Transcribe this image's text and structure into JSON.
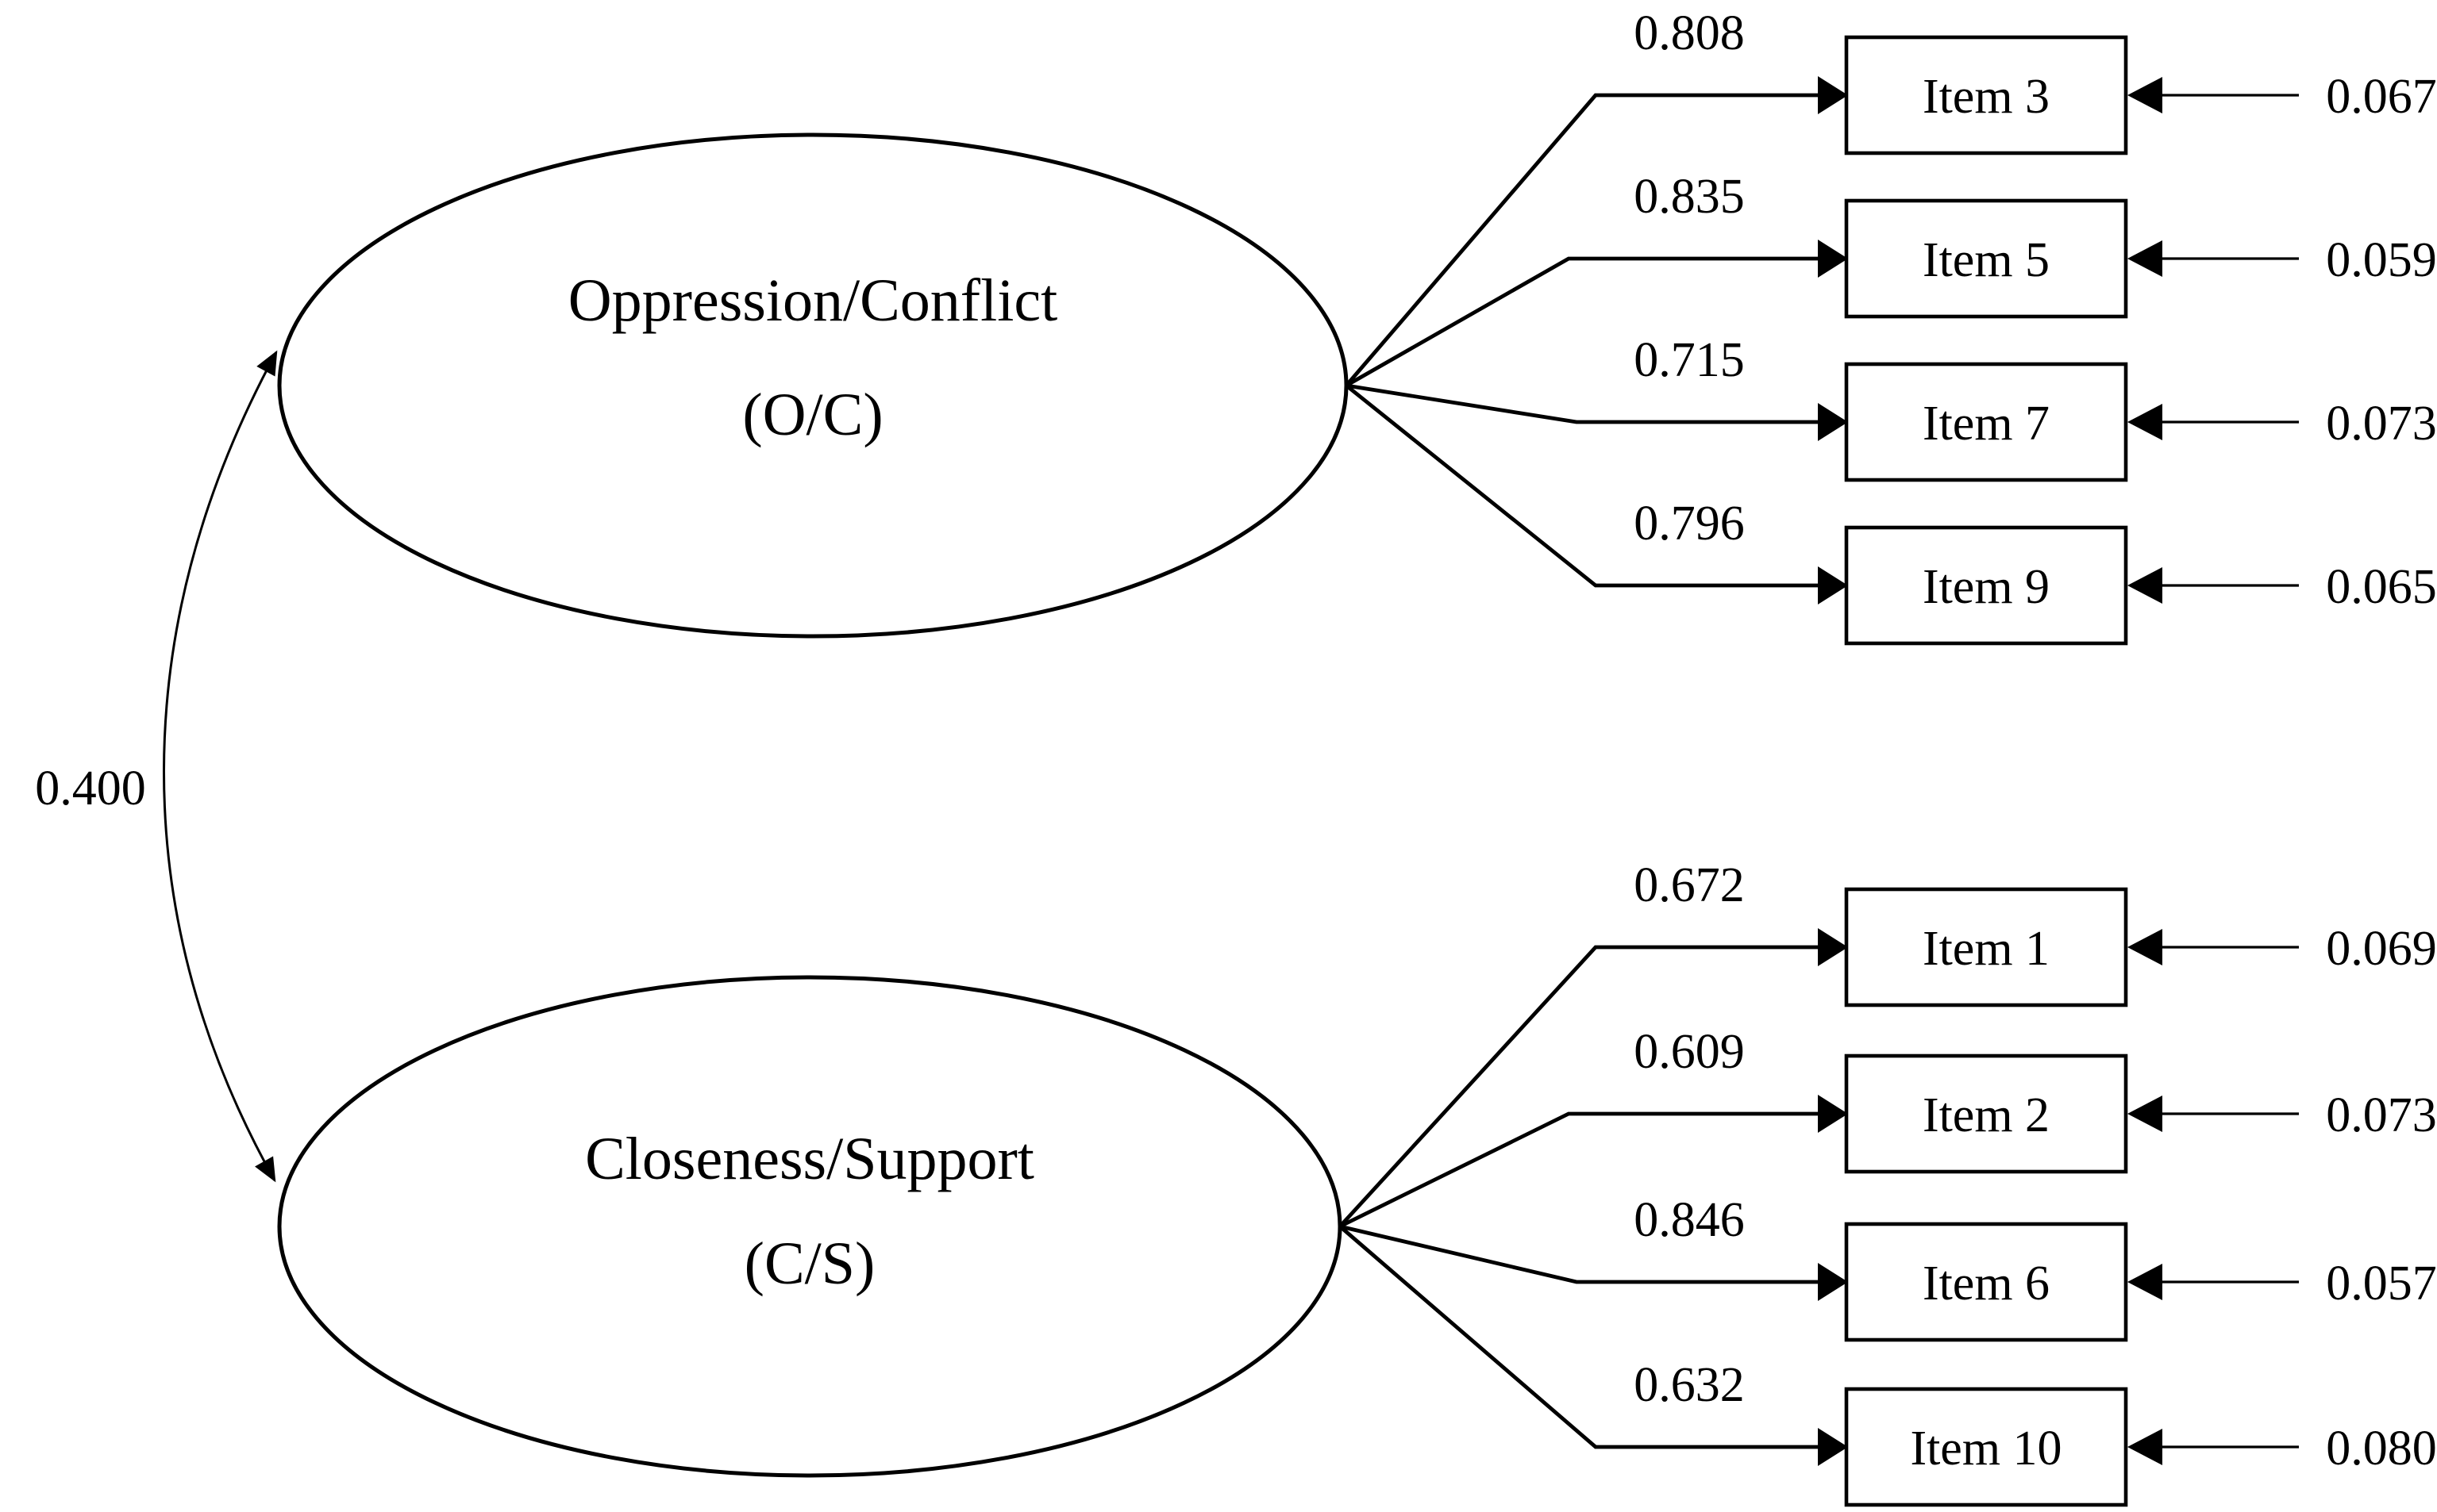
{
  "diagram": {
    "type": "confirmatory-factor-analysis-path-diagram",
    "background_color": "#ffffff",
    "stroke_color": "#000000",
    "correlation": {
      "value": "0.400",
      "between": [
        "O/C",
        "C/S"
      ]
    },
    "factors": [
      {
        "name": "Oppression/Conflict",
        "abbrev": "(O/C)",
        "items": [
          {
            "label": "Item 3",
            "loading": "0.808",
            "error": "0.067"
          },
          {
            "label": "Item 5",
            "loading": "0.835",
            "error": "0.059"
          },
          {
            "label": "Item 7",
            "loading": "0.715",
            "error": "0.073"
          },
          {
            "label": "Item 9",
            "loading": "0.796",
            "error": "0.065"
          }
        ]
      },
      {
        "name": "Closeness/Support",
        "abbrev": "(C/S)",
        "items": [
          {
            "label": "Item 1",
            "loading": "0.672",
            "error": "0.069"
          },
          {
            "label": "Item 2",
            "loading": "0.609",
            "error": "0.073"
          },
          {
            "label": "Item 6",
            "loading": "0.846",
            "error": "0.057"
          },
          {
            "label": "Item 10",
            "loading": "0.632",
            "error": "0.080"
          }
        ]
      }
    ]
  }
}
